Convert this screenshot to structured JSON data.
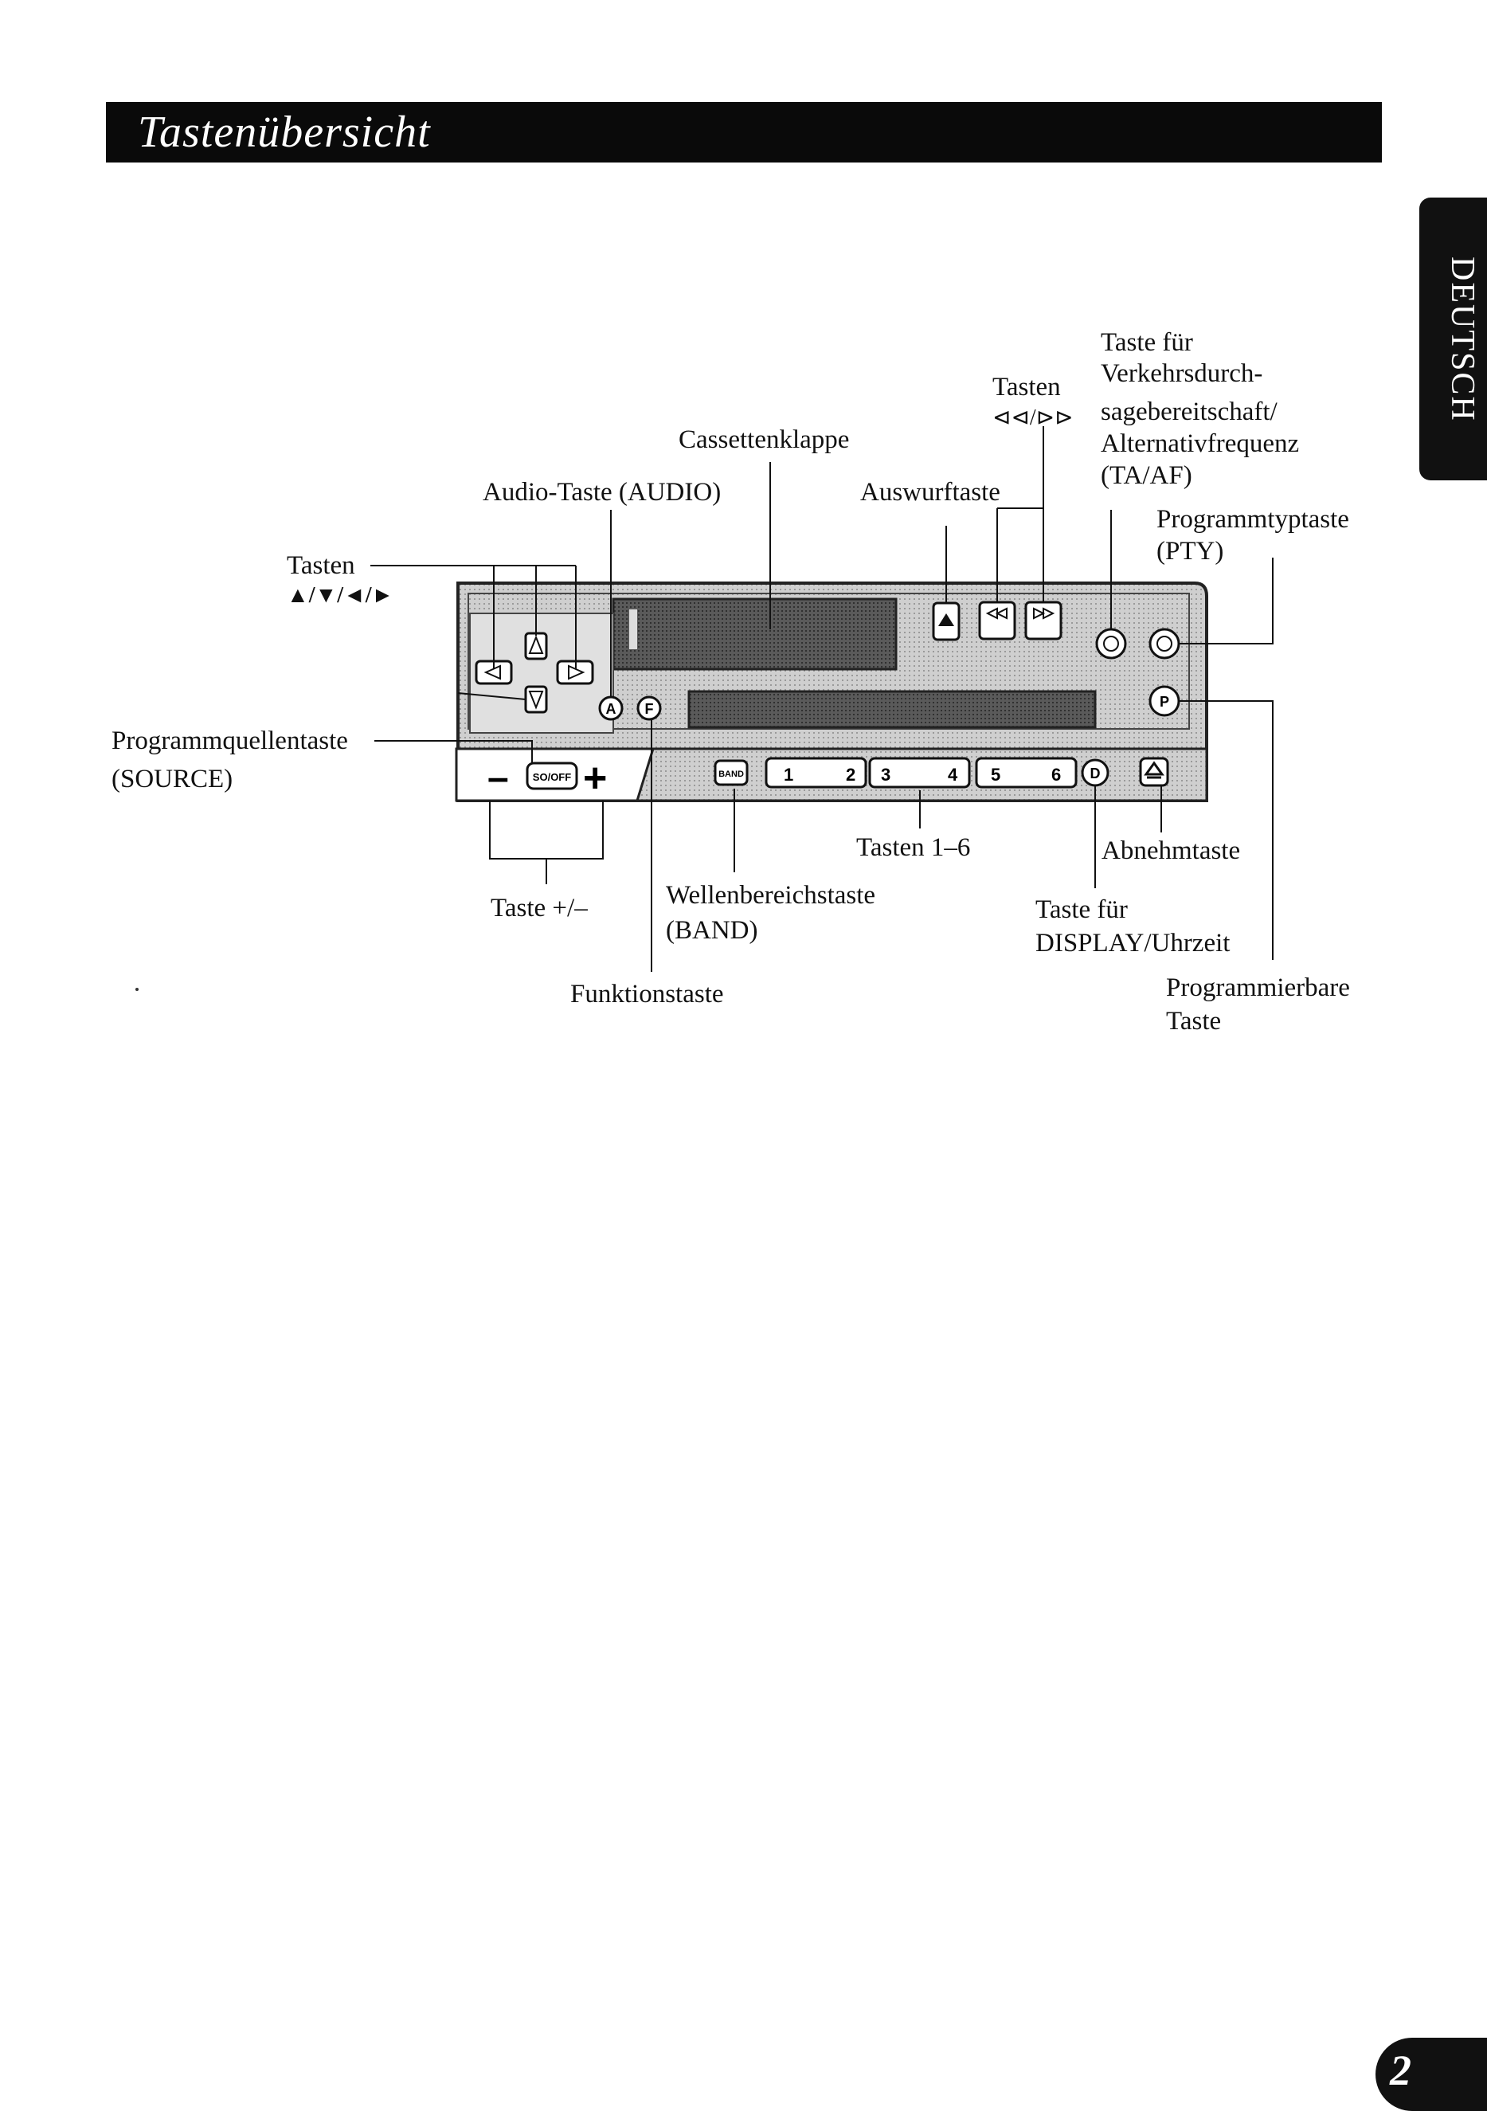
{
  "title": "Tastenübersicht",
  "side_tab": "DEUTSCH",
  "page_number": "2",
  "labels": {
    "tasten_arrows_1": "Tasten",
    "tasten_arrows_2": "▲/▼/◄/►",
    "audio": "Audio-Taste (AUDIO)",
    "cassette": "Cassettenklappe",
    "eject": "Auswurftaste",
    "tasten_ff_1": "Tasten",
    "tasten_ff_2": "⊲⊲/⊳⊳",
    "ta_1": "Taste für",
    "ta_2": "Verkehrsdurch-",
    "ta_3": "sagebereitschaft/",
    "ta_4": "Alternativfrequenz",
    "ta_5": "(TA/AF)",
    "pty_1": "Programmtyptaste",
    "pty_2": "(PTY)",
    "source_1": "Programmquellentaste",
    "source_2": "(SOURCE)",
    "plusminus": "Taste +/–",
    "band_1": "Wellenbereichstaste",
    "band_2": "(BAND)",
    "function": "Funktionstaste",
    "presets": "Tasten 1–6",
    "detach": "Abnehmtaste",
    "display_1": "Taste für",
    "display_2": "DISPLAY/Uhrzeit",
    "prog_1": "Programmierbare",
    "prog_2": "Taste"
  },
  "unit": {
    "source_btn": "SO/OFF",
    "band_btn": "BAND",
    "audio_btn": "A",
    "function_btn": "F",
    "display_btn": "D",
    "prog_btn": "P",
    "presets": [
      "1",
      "2",
      "3",
      "4",
      "5",
      "6"
    ]
  }
}
